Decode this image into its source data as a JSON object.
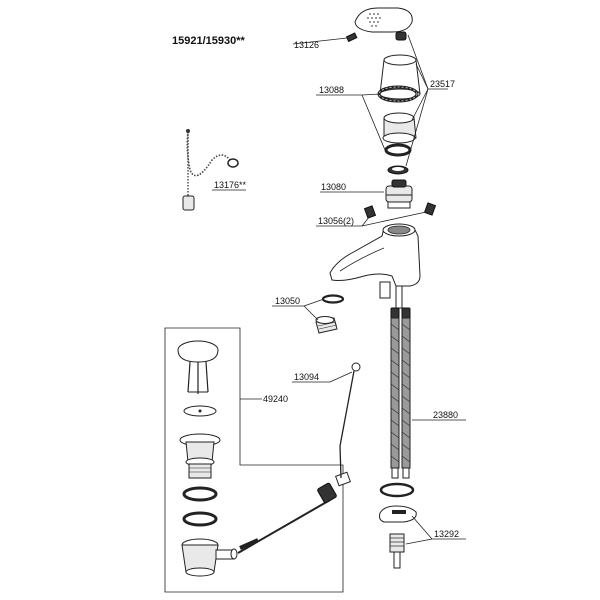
{
  "title": "15921/15930**",
  "labels": {
    "p13126": "13126",
    "p13088": "13088",
    "p23517": "23517",
    "p13176": "13176**",
    "p13080": "13080",
    "p13056": "13056(2)",
    "p13050": "13050",
    "p13094": "13094",
    "p49240": "49240",
    "p23880": "23880",
    "p13292": "13292"
  }
}
